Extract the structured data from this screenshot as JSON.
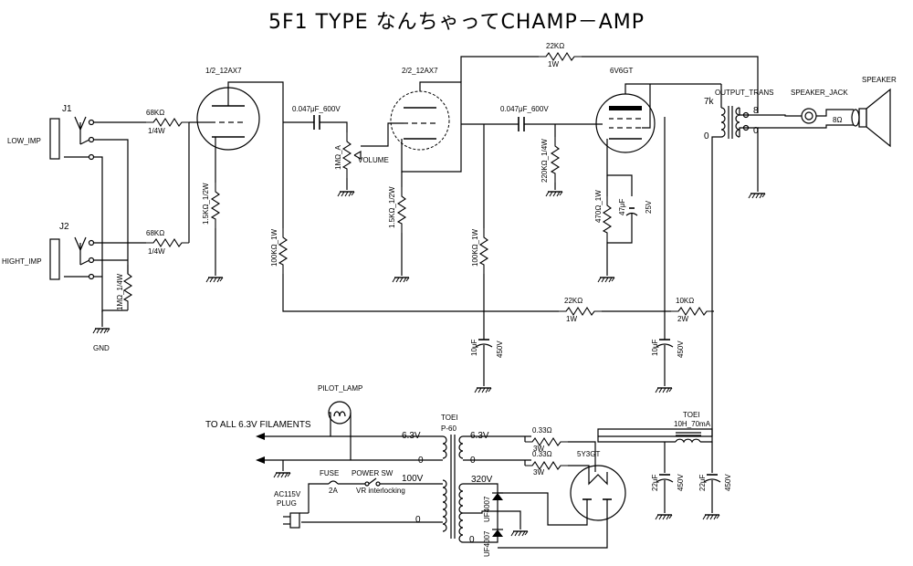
{
  "title": "5F1 TYPE  なんちゃってCHAMP－AMP",
  "labels": {
    "j1": "J1",
    "j2": "J2",
    "low_imp": "LOW_IMP",
    "hight_imp": "HIGHT_IMP",
    "gnd": "GND",
    "r_in1_val": "68KΩ",
    "r_in1_w": "1/4W",
    "r_in2_val": "68KΩ",
    "r_in2_w": "1/4W",
    "r_1m": "1MΩ_1/4W",
    "v1": "1/2_12AX7",
    "v2": "2/2_12AX7",
    "v3": "6V6GT",
    "r_k1": "1.5KΩ_1/2W",
    "r_k2": "1.5KΩ_1/2W",
    "r_p1": "100KΩ_1W",
    "r_p2": "100KΩ_1W",
    "c1": "0.047μF_600V",
    "c2": "0.047μF_600V",
    "vol": "1MΩ_A",
    "vol_name": "VOLUME",
    "r_grid": "220KΩ_1/4W",
    "r_k3": "470Ω_1W",
    "c_k3": "47μF",
    "c_k3_v": "25V",
    "r_fb": "22KΩ",
    "r_fb_w": "1W",
    "ot": "OUTPUT_TRANS",
    "ot_7k": "7k",
    "ot_8": "8",
    "ot_0": "0",
    "ot_0b": "0",
    "spk_jack": "SPEAKER_JACK",
    "spk_ohm": "8Ω",
    "speaker": "SPEAKER",
    "r_dec1": "22KΩ",
    "r_dec1_w": "1W",
    "r_dec2": "10KΩ",
    "r_dec2_w": "2W",
    "c_f1": "10μF",
    "c_f1_v": "450V",
    "c_f2": "10μF",
    "c_f2_v": "450V",
    "pilot": "PILOT_LAMP",
    "filaments": "TO ALL 6.3V FILAMENTS",
    "pt_maker": "TOEI",
    "pt_model": "P-60",
    "v63a": "6.3V",
    "v63b": "6.3V",
    "v0a": "0",
    "v0b": "0",
    "v0c": "0",
    "r_h1": "0.33Ω",
    "r_h1_w": "3W",
    "r_h2": "0.33Ω",
    "r_h2_w": "3W",
    "rect": "5Y3GT",
    "fuse": "FUSE",
    "fuse_val": "2A",
    "power_sw": "POWER SW",
    "vr_int": "VR interlocking",
    "v100": "100V",
    "v320": "320V",
    "d1": "UF4007",
    "d2": "UF4007",
    "ac": "AC115V",
    "plug": "PLUG",
    "choke_maker": "TOEI",
    "choke": "10H_70mA",
    "c_r1": "22μF",
    "c_r1_v": "450V",
    "c_r2": "22μF",
    "c_r2_v": "450V"
  }
}
